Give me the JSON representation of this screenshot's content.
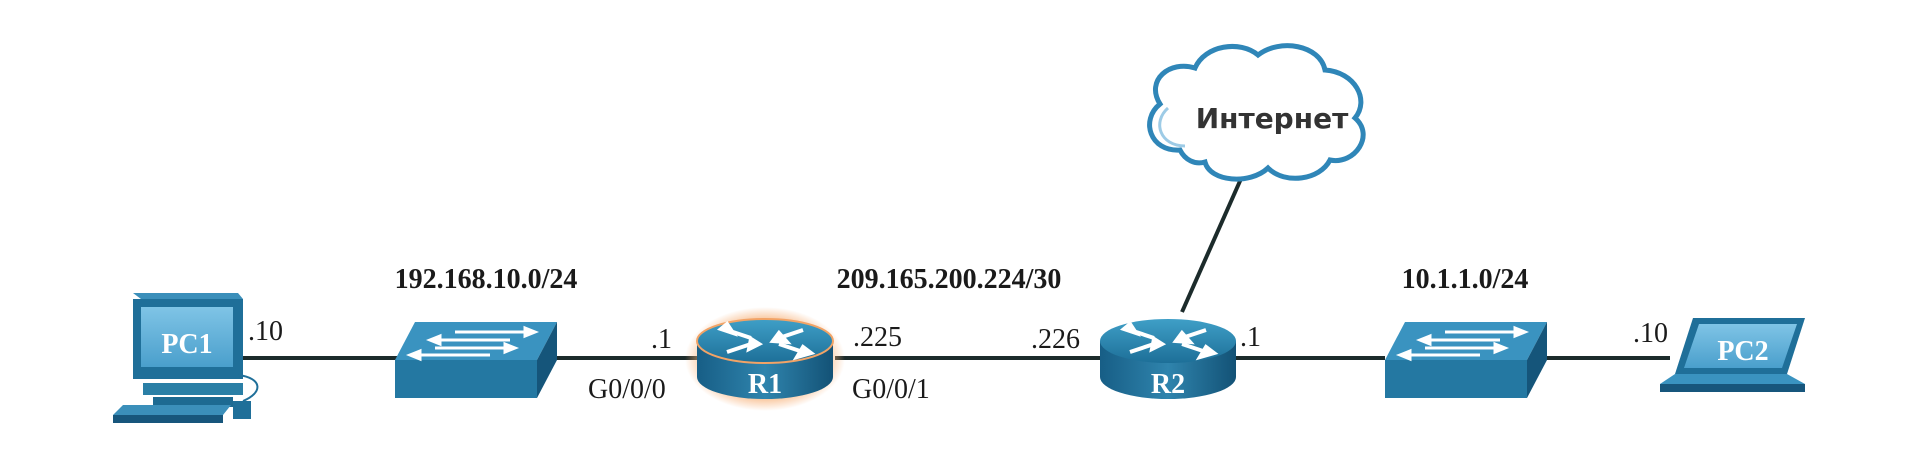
{
  "networks": {
    "lan1": "192.168.10.0/24",
    "wan": "209.165.200.224/30",
    "lan2": "10.1.1.0/24"
  },
  "devices": {
    "pc1": "PC1",
    "r1": "R1",
    "r2": "R2",
    "pc2": "PC2",
    "internet": "Интернет"
  },
  "addresses": {
    "pc1_host": ".10",
    "r1_lan": ".1",
    "r1_wan": ".225",
    "r2_wan": ".226",
    "r2_lan": ".1",
    "pc2_host": ".10"
  },
  "interfaces": {
    "r1_g0": "G0/0/0",
    "r1_g1": "G0/0/1"
  },
  "colors": {
    "device_light": "#2a7fa6",
    "device_dark": "#15557a",
    "link": "#1c2b2b",
    "highlight": "#f4a060",
    "cloud_stroke": "#2f86b8"
  }
}
